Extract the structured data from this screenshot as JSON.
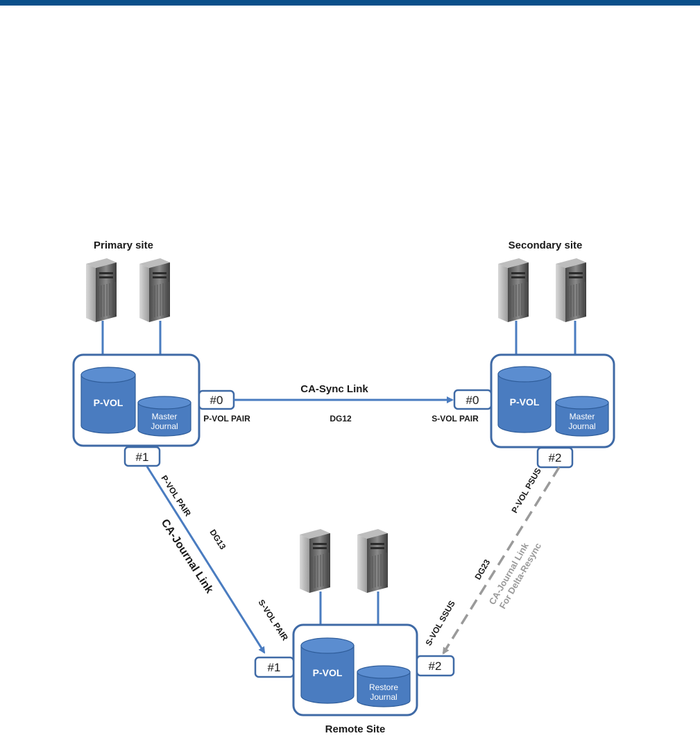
{
  "sites": {
    "primary": {
      "title": "Primary site",
      "volume": "P-VOL",
      "journal_line1": "Master",
      "journal_line2": "Journal"
    },
    "secondary": {
      "title": "Secondary site",
      "volume": "P-VOL",
      "journal_line1": "Master",
      "journal_line2": "Journal"
    },
    "remote": {
      "title": "Remote Site",
      "volume": "P-VOL",
      "journal_line1": "Restore",
      "journal_line2": "Journal"
    }
  },
  "ports": {
    "primary_0": "#0",
    "primary_1": "#1",
    "secondary_0": "#0",
    "secondary_2": "#2",
    "remote_1": "#1",
    "remote_2": "#2"
  },
  "links": {
    "sync": {
      "title": "CA-Sync Link",
      "group": "DG12",
      "left_status": "P-VOL PAIR",
      "right_status": "S-VOL PAIR"
    },
    "journal": {
      "title": "CA-Journal Link",
      "group": "DG13",
      "top_status": "P-VOL PAIR",
      "bottom_status": "S-VOL PAIR"
    },
    "delta": {
      "title_line1": "CA-Journal Link",
      "title_line2": "For Delta-Resync",
      "group": "DG23",
      "top_status": "P-VOL PSUS",
      "bottom_status": "S-VOL SSUS"
    }
  },
  "colors": {
    "header_bar": "#0b4f8a",
    "box_border": "#3f6aa6",
    "volume_fill": "#4a7cc0",
    "active_link": "#4a7cc0",
    "delta_link": "#9a9a9a"
  },
  "icons": {
    "host": "server-tower-icon",
    "volume": "database-cylinder-icon"
  }
}
